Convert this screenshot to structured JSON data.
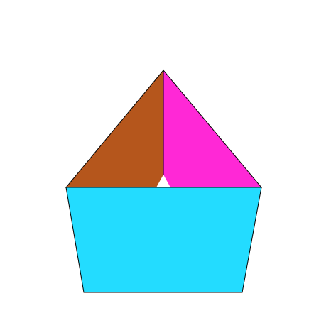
{
  "figure": {
    "background": "#ffffff",
    "stroke": "#000000",
    "shapes": [
      {
        "name": "left-triangle",
        "kind": "triangle",
        "color": "#b5561c"
      },
      {
        "name": "right-triangle",
        "kind": "triangle",
        "color": "#ff28d6"
      },
      {
        "name": "base-trapezoid",
        "kind": "trapezoid",
        "color": "#23dcff"
      },
      {
        "name": "center-gap",
        "kind": "triangle",
        "color": "#ffffff"
      }
    ]
  }
}
